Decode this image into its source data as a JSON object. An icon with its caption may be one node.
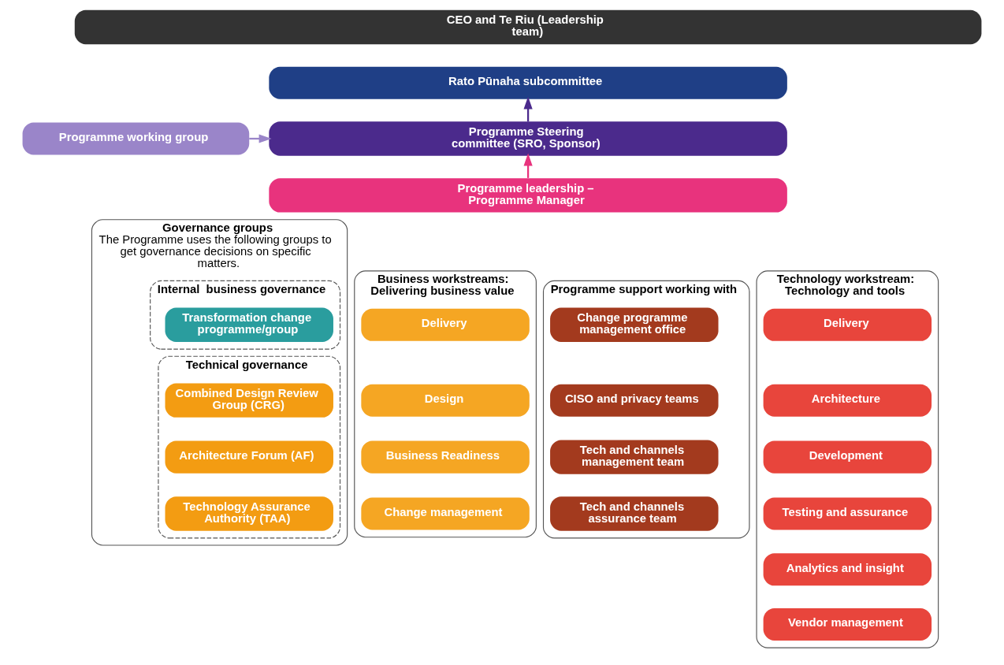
{
  "diagram": {
    "nodes": [
      {
        "text": [
          "CEO and Te Riu (Leadership team)"
        ]
      },
      {
        "text": [
          "Rato Pūnaha subcommittee"
        ]
      },
      {
        "text": [
          "Programme working group"
        ]
      },
      {
        "text": [
          "Programme Steering committee (SRO, Sponsor)"
        ]
      },
      {
        "text": [
          "Programme leadership – Programme Manager"
        ]
      },
      {
        "text": [
          "Governance groups",
          "The Programme uses the following groups to get governance decisions on specific matters."
        ]
      },
      {
        "text": [
          "Internal  business governance"
        ],
        "in": 5
      },
      {
        "text": [
          "Transformation change programme/group"
        ],
        "in": 6
      },
      {
        "text": [
          "Technical governance"
        ],
        "in": 5
      },
      {
        "text": [
          "Combined Design Review Group (CRG)"
        ],
        "in": 8
      },
      {
        "text": [
          "Architecture Forum (AF)"
        ],
        "in": 8
      },
      {
        "text": [
          "Technology Assurance Authority (TAA)"
        ],
        "in": 8
      },
      {
        "text": [
          "Business workstreams: Delivering business value"
        ]
      },
      {
        "text": [
          "Delivery"
        ],
        "in": 12
      },
      {
        "text": [
          "Design"
        ],
        "in": 12
      },
      {
        "text": [
          "Business Readiness"
        ],
        "in": 12
      },
      {
        "text": [
          "Change management"
        ],
        "in": 12
      },
      {
        "text": [
          "Programme support working with"
        ]
      },
      {
        "text": [
          "Change programme management office"
        ],
        "in": 17
      },
      {
        "text": [
          "CISO and privacy teams"
        ],
        "in": 17
      },
      {
        "text": [
          "Tech and channels management team"
        ],
        "in": 17
      },
      {
        "text": [
          "Tech and channels assurance team"
        ],
        "in": 17
      },
      {
        "text": [
          "Technology workstream: Technology and tools"
        ]
      },
      {
        "text": [
          "Delivery"
        ],
        "in": 22
      },
      {
        "text": [
          "Architecture"
        ],
        "in": 22
      },
      {
        "text": [
          "Development"
        ],
        "in": 22
      },
      {
        "text": [
          "Testing and assurance"
        ],
        "in": 22
      },
      {
        "text": [
          "Analytics and insight"
        ],
        "in": 22
      },
      {
        "text": [
          "Vendor management"
        ],
        "in": 22
      }
    ],
    "edges": [
      {
        "from": 3,
        "to": 1,
        "arrow": "to",
        "color": "#4b2a8c"
      },
      {
        "from": 2,
        "to": 3,
        "arrow": "to",
        "color": "#9a85c9"
      },
      {
        "from": 4,
        "to": 3,
        "arrow": "to",
        "color": "#e8337d"
      }
    ]
  }
}
